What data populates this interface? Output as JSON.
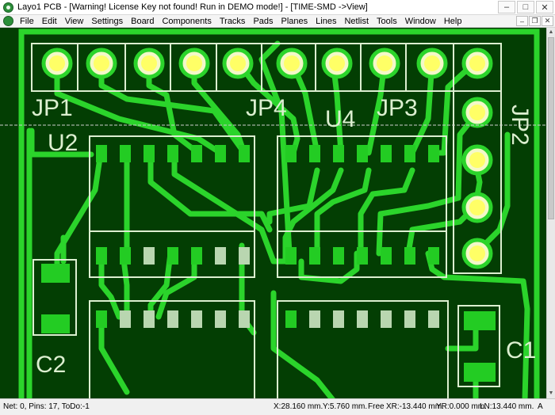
{
  "window": {
    "title": "Layo1 PCB - [Warning! License Key not found! Run in DEMO mode!] - [TIME-SMD ->View]",
    "controls": {
      "minimize": "–",
      "maximize": "□",
      "close": "✕"
    }
  },
  "menu": {
    "items": [
      {
        "id": "file",
        "label": "File"
      },
      {
        "id": "edit",
        "label": "Edit"
      },
      {
        "id": "view",
        "label": "View"
      },
      {
        "id": "settings",
        "label": "Settings"
      },
      {
        "id": "board",
        "label": "Board"
      },
      {
        "id": "components",
        "label": "Components"
      },
      {
        "id": "tracks",
        "label": "Tracks"
      },
      {
        "id": "pads",
        "label": "Pads"
      },
      {
        "id": "planes",
        "label": "Planes"
      },
      {
        "id": "lines",
        "label": "Lines"
      },
      {
        "id": "netlist",
        "label": "Netlist"
      },
      {
        "id": "tools",
        "label": "Tools"
      },
      {
        "id": "window",
        "label": "Window"
      },
      {
        "id": "help",
        "label": "Help"
      }
    ],
    "mdi_controls": {
      "minimize": "–",
      "restore": "❐",
      "close": "✕"
    }
  },
  "board": {
    "colors": {
      "background": "#033e03",
      "track": "#2bd42b",
      "silkscreen": "#dcefd0",
      "pad": "#23cc23",
      "pad_inactive": "#b9d6b0",
      "thru_hole_ring": "#f4f8c8",
      "thru_hole_core": "#ffff66"
    },
    "labels": {
      "jp1": "JP1",
      "jp4": "JP4",
      "jp3": "JP3",
      "jp2": "JP2",
      "u2": "U2",
      "u4": "U4",
      "c1": "C1",
      "c2": "C2"
    }
  },
  "status": {
    "net": "Net: 0, Pins: 17, ToDo:-1",
    "x": "X:28.160 mm.",
    "y": "Y:5.760 mm.",
    "mode": "Free",
    "xr": "XR:-13.440 mm.",
    "yr": "YR:0.000 mm.",
    "ln": "LN:13.440 mm.",
    "indicator": "A"
  }
}
